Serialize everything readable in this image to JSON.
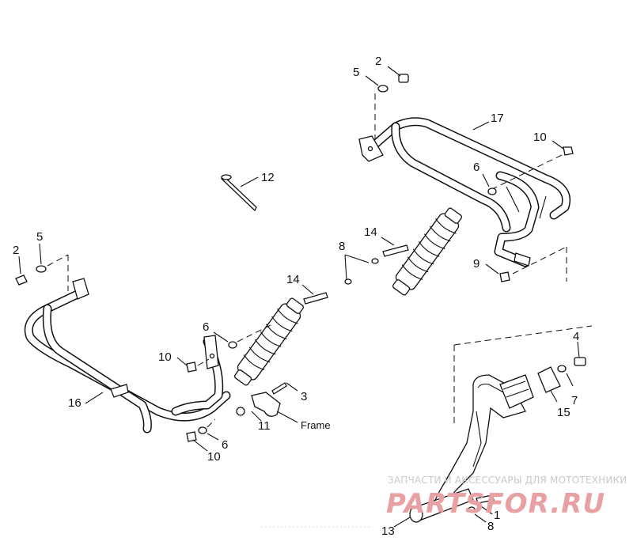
{
  "callouts": {
    "c1": "1",
    "c2_top": "2",
    "c2_left": "2",
    "c3": "3",
    "c4": "4",
    "c5_top": "5",
    "c5_left": "5",
    "c6_top": "6",
    "c6_mid": "6",
    "c6_bottom": "6",
    "c7": "7",
    "c8_top": "8",
    "c8_bottom": "8",
    "c9": "9",
    "c10_top": "10",
    "c10_mid": "10",
    "c10_bottom": "10",
    "c11": "11",
    "c12": "12",
    "c13": "13",
    "c14_top": "14",
    "c14_mid": "14",
    "c15": "15",
    "c16": "16",
    "c17": "17",
    "frame_label": "Frame"
  },
  "watermark": {
    "tagline": "ЗАПЧАСТИ И АКСЕССУАРЫ ДЛЯ МОТОТЕХНИКИ",
    "brand": "PARTSFOR.RU"
  },
  "colors": {
    "line": "#111111",
    "watermark_red": "#e8a0a3",
    "watermark_gray": "#cfcfcf"
  }
}
